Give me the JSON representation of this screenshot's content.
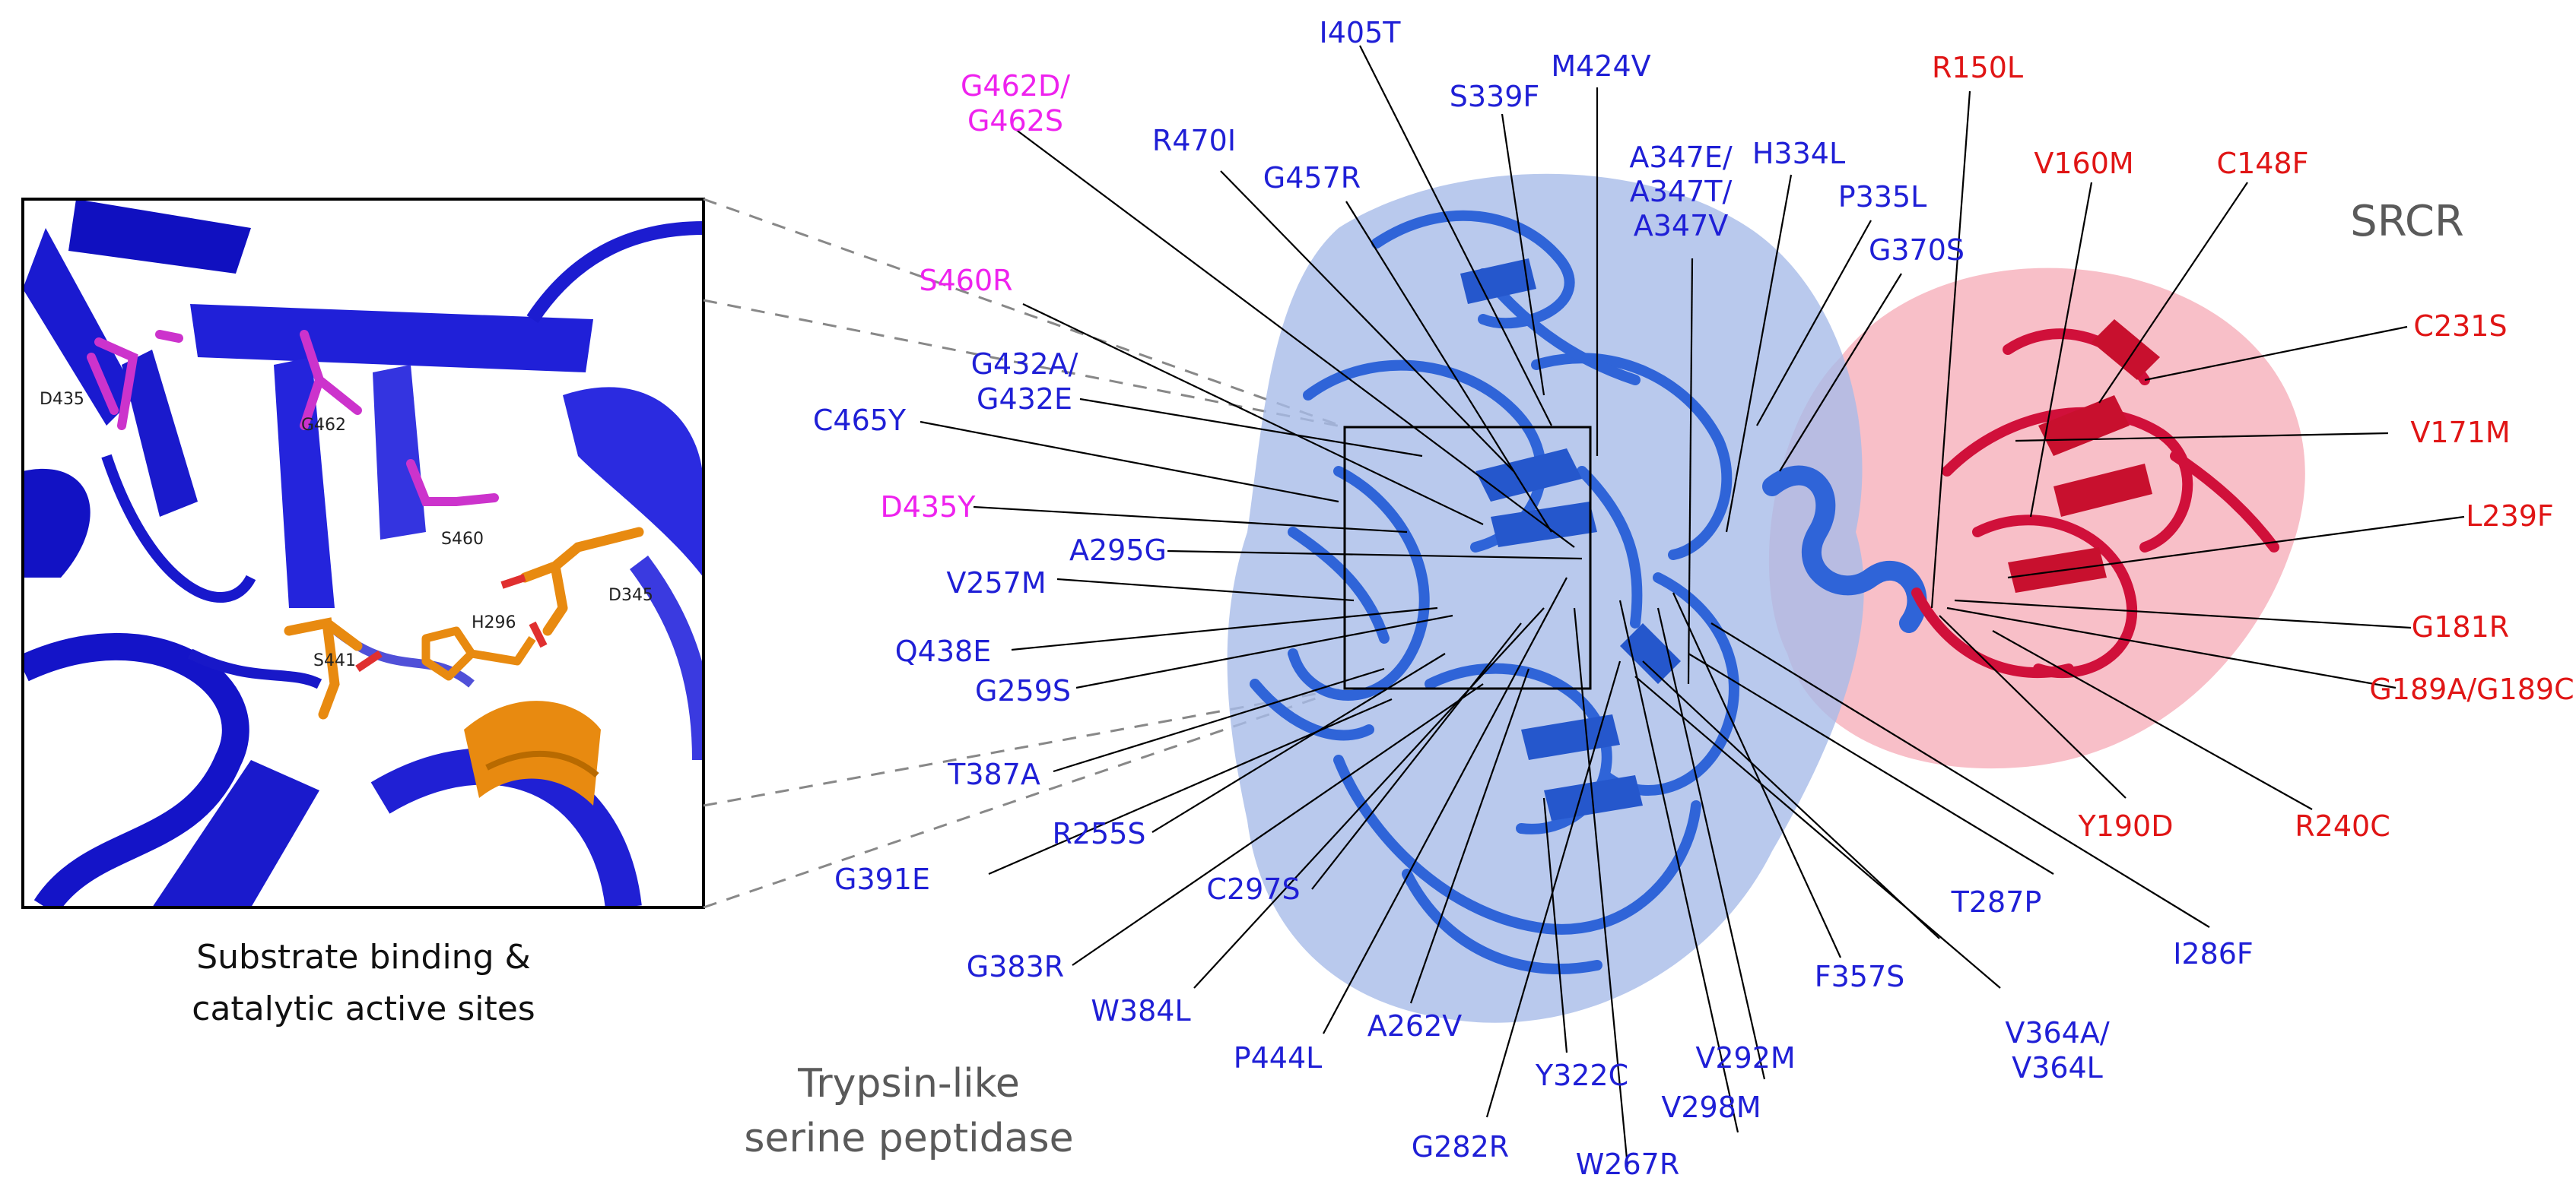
{
  "colors": {
    "peptidase_label": "#1f1fd6",
    "srcr_label": "#e01515",
    "active_site_label": "#ee22ee",
    "domain_title": "#5a5a5a",
    "peptidase_structure": "#2f64d8",
    "srcr_structure": "#d0103a",
    "inset_structure": "#1414c8",
    "catalytic_residue": "#e88a10",
    "binding_residue": "#cc33cc"
  },
  "domains": {
    "srcr": "SRCR",
    "peptidase_line1": "Trypsin-like",
    "peptidase_line2": "serine peptidase"
  },
  "inset": {
    "caption_line1": "Substrate binding &",
    "caption_line2": "catalytic active sites",
    "residues": {
      "d435": "D435",
      "g462": "G462",
      "s460": "S460",
      "d345": "D345",
      "h296": "H296",
      "s441": "S441"
    }
  },
  "mutations": {
    "peptidase": {
      "i405t": "I405T",
      "s339f": "S339F",
      "m424v": "M424V",
      "a347_1": "A347E/",
      "a347_2": "A347T/",
      "a347_3": "A347V",
      "h334l": "H334L",
      "p335l": "P335L",
      "g370s": "G370S",
      "r470i": "R470I",
      "g457r": "G457R",
      "g432_1": "G432A/",
      "g432_2": "G432E",
      "c465y": "C465Y",
      "a295g": "A295G",
      "v257m": "V257M",
      "q438e": "Q438E",
      "g259s": "G259S",
      "t387a": "T387A",
      "r255s": "R255S",
      "g391e": "G391E",
      "c297s": "C297S",
      "g383r": "G383R",
      "w384l": "W384L",
      "a262v": "A262V",
      "p444l": "P444L",
      "g282r": "G282R",
      "y322c": "Y322C",
      "v292m": "V292M",
      "v298m": "V298M",
      "w267r": "W267R",
      "f357s": "F357S",
      "t287p": "T287P",
      "i286f": "I286F",
      "v364_1": "V364A/",
      "v364_2": "V364L"
    },
    "active_site": {
      "g462_1": "G462D/",
      "g462_2": "G462S",
      "s460r": "S460R",
      "d435y": "D435Y"
    },
    "srcr": {
      "r150l": "R150L",
      "v160m": "V160M",
      "c148f": "C148F",
      "c231s": "C231S",
      "v171m": "V171M",
      "l239f": "L239F",
      "g181r": "G181R",
      "g189": "G189A/G189C",
      "y190d": "Y190D",
      "r240c": "R240C"
    }
  }
}
